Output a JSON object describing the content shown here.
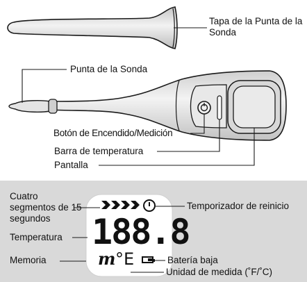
{
  "labels": {
    "probe_tip_cap": "Tapa de la Punta de la Sonda",
    "probe_tip": "Punta de la Sonda",
    "power_button": "Botón de Encendido/Medición",
    "temperature_bar": "Barra de temperatura",
    "screen": "Pantalla",
    "four_segments": "Cuatro segmentos de 15 segundos",
    "reset_timer": "Temporizador de reinicio",
    "temperature": "Temperatura",
    "memory": "Memoria",
    "low_battery": "Batería baja",
    "unit_of_measure": "Unidad de medida (˚F/˚C)"
  },
  "display": {
    "digits": "188.8",
    "memory_glyph": "m",
    "unit_glyph": "°E"
  },
  "colors": {
    "panel_background": "#d9d9d9",
    "device_body": "#dcdcdc",
    "outline": "#1a1a1a"
  }
}
